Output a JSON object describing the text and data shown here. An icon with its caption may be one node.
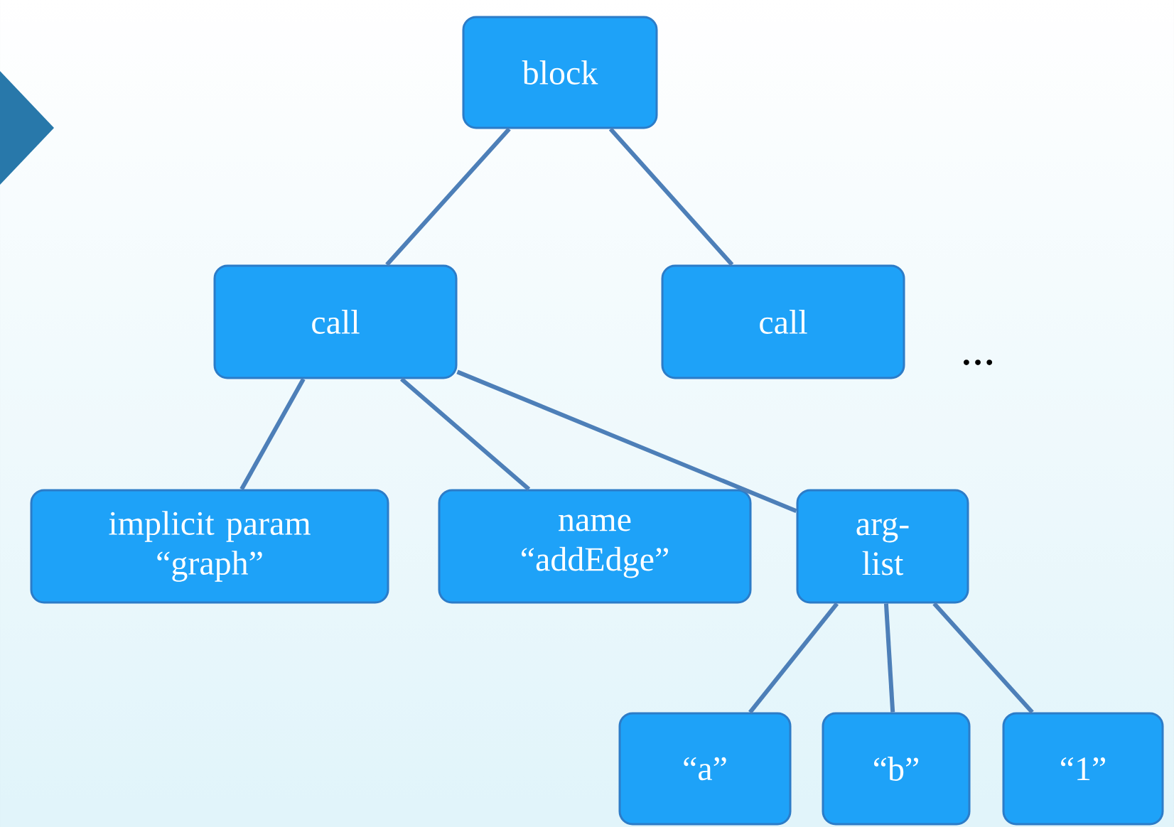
{
  "diagram": {
    "nodes": [
      {
        "text": [
          "block"
        ]
      },
      {
        "text": [
          "call"
        ]
      },
      {
        "text": [
          "call"
        ]
      },
      {
        "text": [
          "implicit param",
          "“graph”"
        ]
      },
      {
        "text": [
          "name",
          "“addEdge”"
        ]
      },
      {
        "text": [
          "arg- list"
        ]
      },
      {
        "text": [
          "“a”"
        ]
      },
      {
        "text": [
          "“b”"
        ]
      },
      {
        "text": [
          "“1”"
        ]
      }
    ],
    "edges": [
      {
        "from": 0,
        "to": 1,
        "arrow": "none"
      },
      {
        "from": 0,
        "to": 2,
        "arrow": "none"
      },
      {
        "from": 1,
        "to": 3,
        "arrow": "none"
      },
      {
        "from": 1,
        "to": 4,
        "arrow": "none"
      },
      {
        "from": 1,
        "to": 5,
        "arrow": "none"
      },
      {
        "from": 5,
        "to": 6,
        "arrow": "none"
      },
      {
        "from": 5,
        "to": 7,
        "arrow": "none"
      },
      {
        "from": 5,
        "to": 8,
        "arrow": "none"
      }
    ],
    "labels": [
      "…"
    ]
  }
}
